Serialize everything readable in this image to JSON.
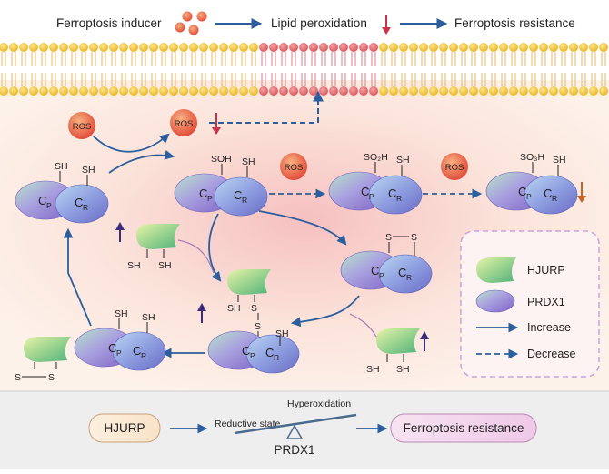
{
  "top": {
    "inducer": "Ferroptosis inducer",
    "lipid": "Lipid peroxidation",
    "resistance": "Ferroptosis resistance"
  },
  "labels": {
    "ros": "ROS",
    "sh": "SH",
    "s": "S",
    "soh": "SOH",
    "so2h": "SO₂H",
    "so3h": "SO₃H",
    "cp": "C",
    "cp_sub": "P",
    "cr": "C",
    "cr_sub": "R"
  },
  "legend": {
    "hjurp": "HJURP",
    "prdx1": "PRDX1",
    "increase": "Increase",
    "decrease": "Decrease"
  },
  "bottom": {
    "hjurp": "HJURP",
    "reductive": "Reductive state",
    "hyperoxidation": "Hyperoxidation",
    "prdx1": "PRDX1",
    "resistance": "Ferroptosis resistance"
  },
  "colors": {
    "arrow": "#2a5e9c",
    "up_arrow": "#3c2a7a",
    "down_arrow_red": "#c8324a",
    "down_arrow_orange": "#c8641e",
    "membrane_head": "#f3c93a",
    "ros": "#e8604a",
    "hjurp": "#8ecf8a",
    "prdx1": "#8f8fd8"
  }
}
